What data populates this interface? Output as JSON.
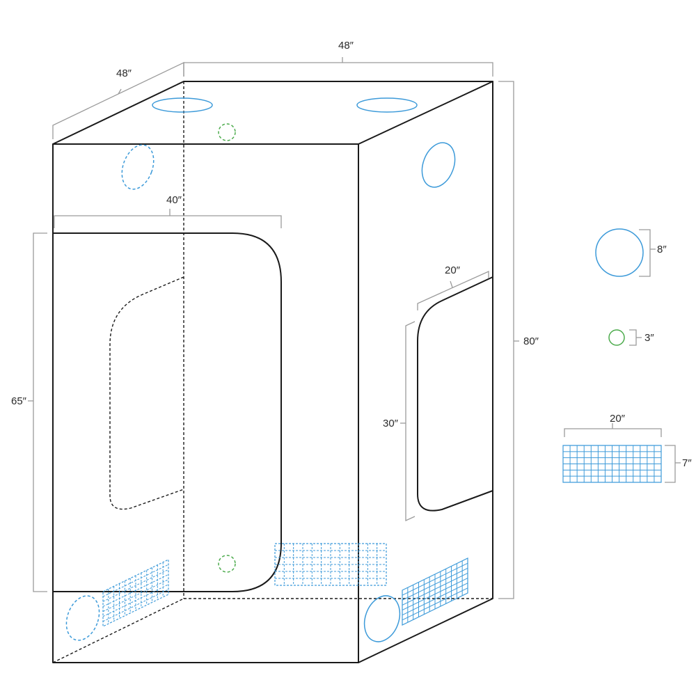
{
  "colors": {
    "outline": "#1a1a1a",
    "dimension": "#9a9a9a",
    "vent_large": "#3c9ad9",
    "vent_small": "#4cab4c",
    "mesh": "#3c9ad9"
  },
  "dimensions": {
    "top_depth": "48″",
    "top_width": "48″",
    "height": "80″",
    "door_width": "40″",
    "door_height": "65″",
    "window_width": "20″",
    "window_height": "30″"
  },
  "legend": {
    "large_vent": "8″",
    "small_vent": "3″",
    "mesh_width": "20″",
    "mesh_height": "7″"
  }
}
